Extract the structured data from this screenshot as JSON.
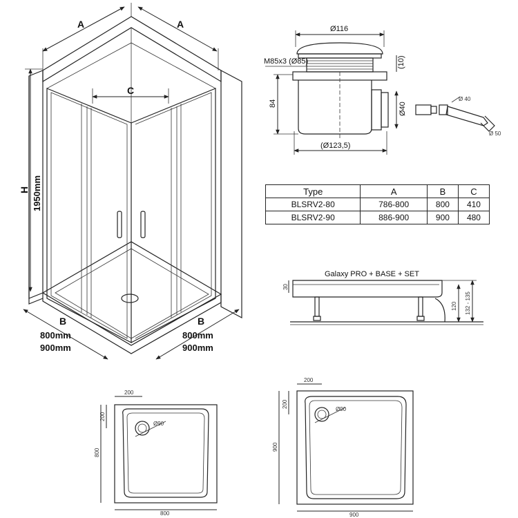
{
  "enclosure": {
    "label_a_left": "A",
    "label_a_right": "A",
    "label_c": "C",
    "label_h": "H",
    "height": "1950mm",
    "label_b_left": "B",
    "label_b_right": "B",
    "size_800_left": "800mm",
    "size_900_left": "900mm",
    "size_800_right": "800mm",
    "size_900_right": "900mm"
  },
  "waste": {
    "dia_top": "Ø116",
    "thread": "M85x3 (Ø85)",
    "h10": "(10)",
    "h84": "84",
    "outlet": "Ø40",
    "dia_bottom": "(Ø123,5)",
    "pipe_d40": "Ø 40",
    "pipe_d50": "Ø 50"
  },
  "spec_table": {
    "headers": [
      "Type",
      "A",
      "B",
      "C"
    ],
    "rows": [
      [
        "BLSRV2-80",
        "786-800",
        "800",
        "410"
      ],
      [
        "BLSRV2-90",
        "886-900",
        "900",
        "480"
      ]
    ]
  },
  "tray_side": {
    "title": "Galaxy PRO + BASE + SET",
    "dim_30": "30",
    "dim_120": "120",
    "dim_range": "132 - 135"
  },
  "tray_800": {
    "width": "800",
    "depth": "800",
    "offset_x": "200",
    "offset_y": "200",
    "drain": "Ø90"
  },
  "tray_900": {
    "width": "900",
    "depth": "900",
    "offset_x": "200",
    "offset_y": "200",
    "drain": "Ø90"
  }
}
